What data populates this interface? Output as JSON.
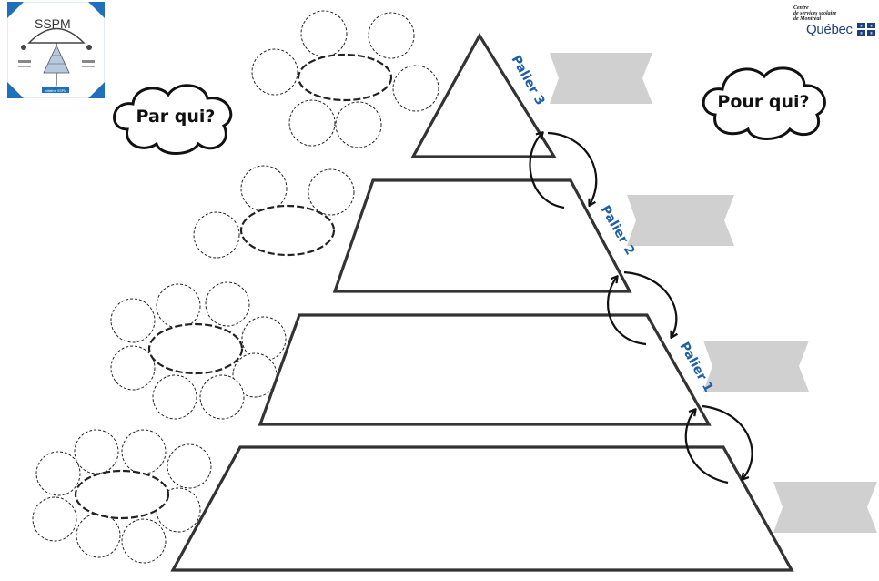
{
  "logo": {
    "acronym": "SSPM",
    "caption": "Initiative SSPM"
  },
  "quebec_logo": {
    "org_line1": "Centre",
    "org_line2": "de services scolaire",
    "org_line3": "de Montréal",
    "name": "Québec"
  },
  "clouds": {
    "left_label": "Par qui?",
    "right_label": "Pour qui?"
  },
  "levels": {
    "palier3": "Palier 3",
    "palier2": "Palier 2",
    "palier1": "Palier 1"
  },
  "colors": {
    "level_label": "#1f5fa8",
    "outline": "#333333",
    "banner": "#d0d0d0",
    "logo_blue": "#1f6fba"
  }
}
